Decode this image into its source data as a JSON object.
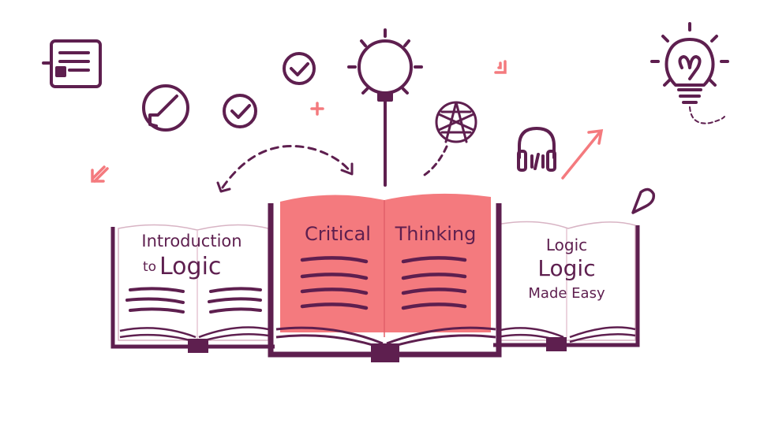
{
  "colors": {
    "primary": "#5e1f4f",
    "accent": "#f47a7e",
    "page": "#ffffff"
  },
  "books": {
    "left": {
      "line1": "Introduction",
      "line2_small": "to",
      "line2_big": "Logic"
    },
    "center": {
      "left_word": "Critical",
      "right_word": "Thinking"
    },
    "right": {
      "line1": "Logic",
      "line2": "Logic",
      "line3": "Made Easy"
    }
  },
  "icons": [
    "document-icon",
    "pencil-circle-icon",
    "check-circle-icon",
    "check-circle-small-icon",
    "plus-icon",
    "lightbulb-outline-icon",
    "globe-icon",
    "headphones-icon",
    "arrow-up-right-icon",
    "lightbulb-icon",
    "arrow-down-left-icon",
    "corner-chevron-icon",
    "pen-nib-icon",
    "dashed-arc-arrow-icon"
  ]
}
